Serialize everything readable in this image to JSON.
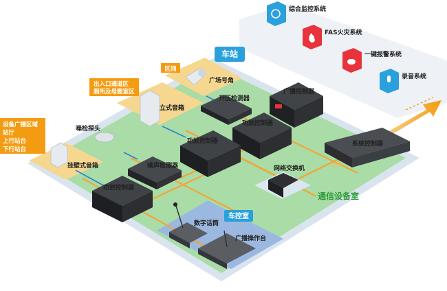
{
  "station": {
    "label": "车站"
  },
  "comm_room": {
    "label": "通信设备室"
  },
  "control_room": {
    "label": "车控室"
  },
  "external_systems": [
    {
      "label": "综合监控系统",
      "icon": "monitor-system-icon",
      "color": "#2aa0dc"
    },
    {
      "label": "FAS火灾系统",
      "icon": "fire-icon",
      "color": "#e8323c"
    },
    {
      "label": "一键报警系统",
      "icon": "alarm-light-icon",
      "color": "#e8323c"
    },
    {
      "label": "录音系统",
      "icon": "microphone-icon",
      "color": "#2aa0dc"
    }
  ],
  "area_notes": {
    "zone": "区间",
    "entrance": [
      "出入口通道区",
      "厕所及母婴室区"
    ],
    "broadcast_areas": [
      "设备广播区域",
      "站厅",
      "上行站台",
      "下行站台"
    ]
  },
  "devices": {
    "horn": "广场号角",
    "column_speaker": "立式音箱",
    "noise_probe": "噪检探头",
    "wall_speaker": "挂壁式音箱",
    "booster_detector": "升压检测器",
    "broadcast_controller": "广播控制器",
    "amp_controller_top": "功放控制器",
    "amp_controller_mid": "功放控制器",
    "amp_controller_low": "功放控制器",
    "noise_detector": "噪声检测器",
    "system_controller": "系统控制器",
    "network_switch": "网络交换机",
    "digital_mic": "数字话筒",
    "broadcast_console": "广播操作台"
  }
}
